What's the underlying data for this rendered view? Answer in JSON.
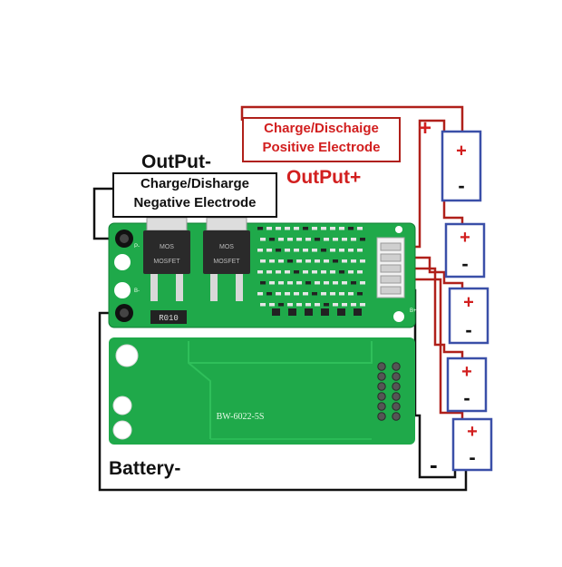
{
  "labels": {
    "output_neg": "OutPut-",
    "neg_electrode_line1": "Charge/Disharge",
    "neg_electrode_line2": "Negative Electrode",
    "pos_electrode_line1": "Charge/Dischaige",
    "pos_electrode_line2": "Positive Electrode",
    "output_pos": "OutPut+",
    "battery_neg": "Battery-",
    "plus_sign": "+",
    "minus_sign": "-"
  },
  "board": {
    "model": "BW-6022-5S",
    "resistor_code": "R010",
    "pad_p": "P-",
    "pad_b": "B-",
    "pad_bplus": "B+"
  },
  "battery_cells": 5,
  "colors": {
    "wire_red": "#b0201a",
    "wire_black": "#111111",
    "pcb_green": "#1fa94a",
    "cell_border": "#3a4fa8",
    "label_red": "#d21f1f"
  }
}
